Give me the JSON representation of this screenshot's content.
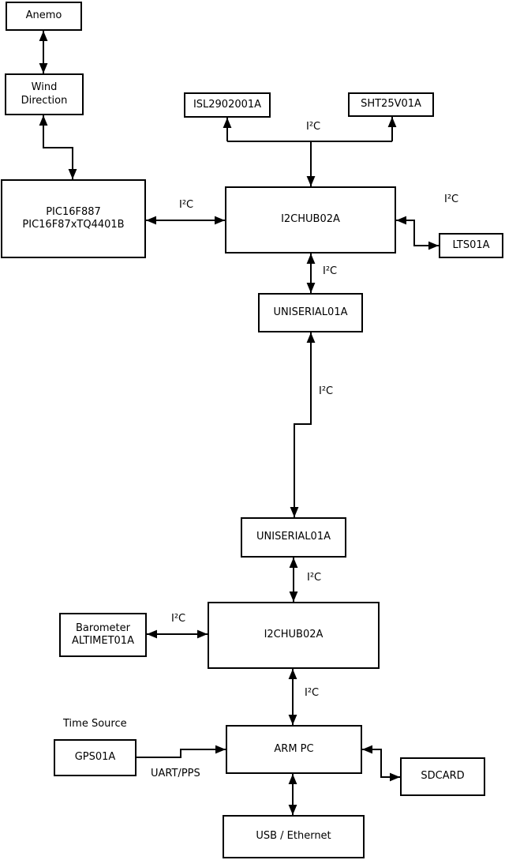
{
  "colors": {
    "background": "#ffffff",
    "line": "#000000",
    "box_fill": "#ffffff",
    "box_border": "#000000",
    "text": "#000000"
  },
  "nodes": {
    "anemo": {
      "label": "Anemo"
    },
    "wind_direction": {
      "line1": "Wind",
      "line2": "Direction"
    },
    "pic": {
      "line1": "PIC16F887",
      "line2": "PIC16F87xTQ4401B"
    },
    "isl": {
      "label": "ISL2902001A"
    },
    "sht": {
      "label": "SHT25V01A"
    },
    "i2c_hub_top": {
      "label": "I2CHUB02A"
    },
    "lts": {
      "label": "LTS01A"
    },
    "uniserial_top": {
      "label": "UNISERIAL01A"
    },
    "uniserial_bottom": {
      "label": "UNISERIAL01A"
    },
    "i2c_hub_bottom": {
      "label": "I2CHUB02A"
    },
    "barometer": {
      "line1": "Barometer",
      "line2": "ALTIMET01A"
    },
    "gps": {
      "label": "GPS01A"
    },
    "arm_pc": {
      "label": "ARM PC"
    },
    "sdcard": {
      "label": "SDCARD"
    },
    "usb_ethernet": {
      "label": "USB / Ethernet"
    }
  },
  "edge_labels": {
    "i2c": "I²C",
    "uart_pps": "UART/PPS",
    "time_source": "Time Source"
  },
  "edges": [
    {
      "from": "anemo",
      "to": "wind_direction",
      "bidirectional": true
    },
    {
      "from": "wind_direction",
      "to": "pic",
      "bidirectional": true
    },
    {
      "from": "pic",
      "to": "i2c_hub_top",
      "label": "I²C",
      "bidirectional": true
    },
    {
      "from": "i2c_hub_top",
      "to": "isl",
      "label": "I²C"
    },
    {
      "from": "i2c_hub_top",
      "to": "sht",
      "label": "I²C"
    },
    {
      "from": "i2c_hub_top",
      "to": "lts",
      "label": "I²C",
      "bidirectional": true
    },
    {
      "from": "i2c_hub_top",
      "to": "uniserial_top",
      "label": "I²C",
      "bidirectional": true
    },
    {
      "from": "uniserial_top",
      "to": "uniserial_bottom",
      "label": "I²C",
      "bidirectional": true
    },
    {
      "from": "uniserial_bottom",
      "to": "i2c_hub_bottom",
      "label": "I²C",
      "bidirectional": true
    },
    {
      "from": "barometer",
      "to": "i2c_hub_bottom",
      "label": "I²C",
      "bidirectional": true
    },
    {
      "from": "i2c_hub_bottom",
      "to": "arm_pc",
      "label": "I²C",
      "bidirectional": true
    },
    {
      "from": "gps",
      "to": "arm_pc",
      "label": "UART/PPS"
    },
    {
      "from": "arm_pc",
      "to": "sdcard",
      "bidirectional": true
    },
    {
      "from": "arm_pc",
      "to": "usb_ethernet",
      "bidirectional": true
    }
  ]
}
